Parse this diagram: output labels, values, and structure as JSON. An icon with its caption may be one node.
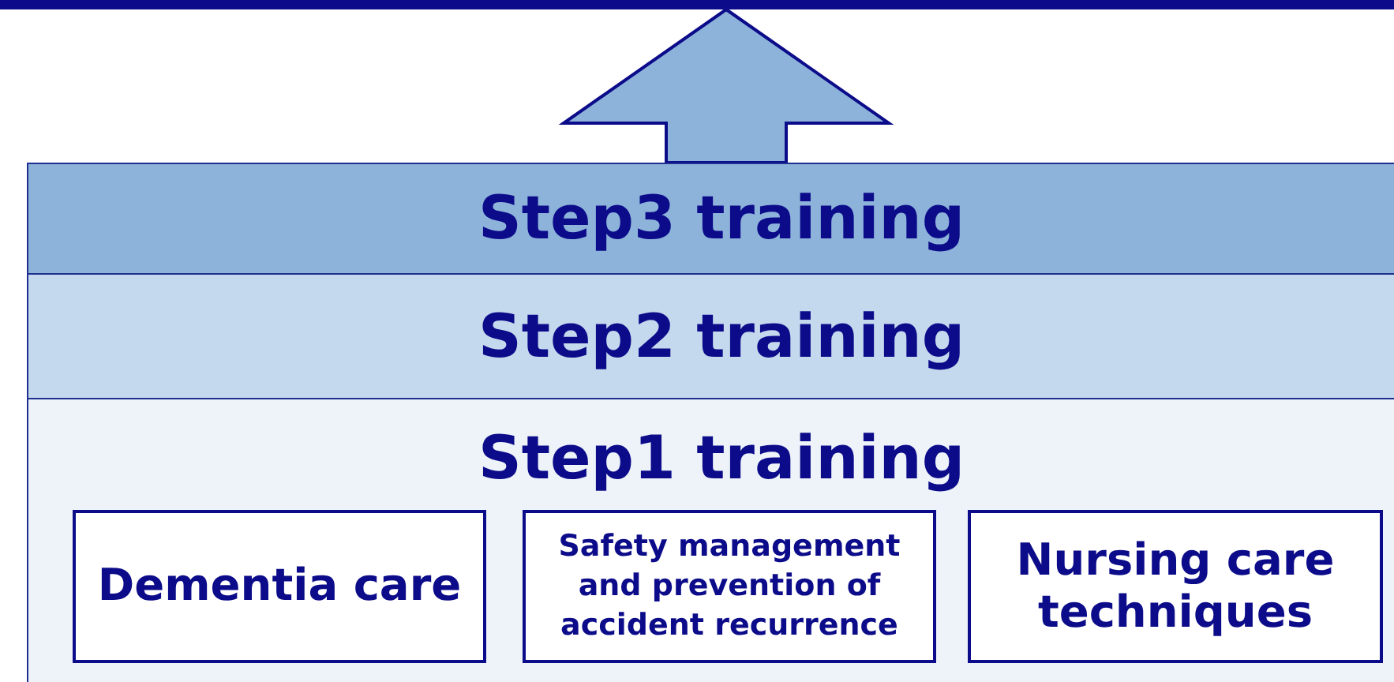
{
  "diagram": {
    "nodes": [
      {
        "text": [],
        "shape": "bar"
      },
      {
        "text": [
          "Step3 training"
        ]
      },
      {
        "text": [
          "Step2 training"
        ]
      },
      {
        "text": [
          "Step1 training"
        ]
      },
      {
        "text": [
          "Dementia care"
        ],
        "in": 3
      },
      {
        "text": [
          "Safety management and prevention of accident recurrence"
        ],
        "in": 3
      },
      {
        "text": [
          "Nursing care techniques"
        ],
        "in": 3
      }
    ],
    "edges": [
      {
        "from": 1,
        "to": 0,
        "arrow": "to"
      }
    ]
  }
}
